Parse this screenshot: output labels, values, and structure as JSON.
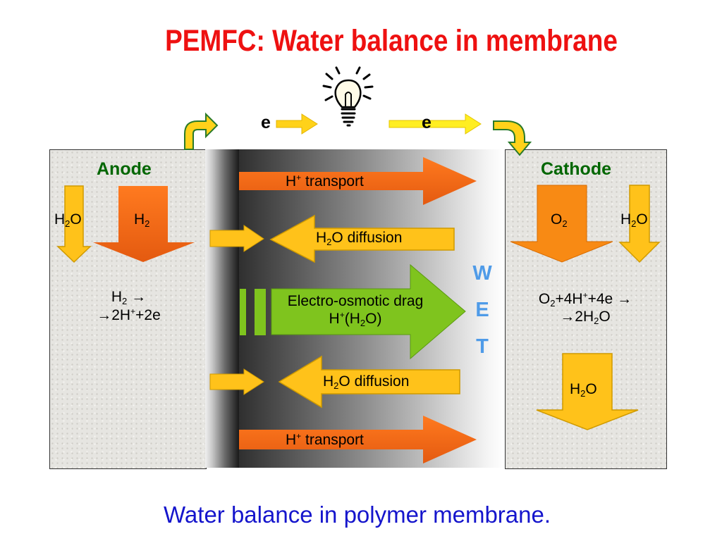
{
  "title": "PEMFC: Water balance in membrane",
  "caption": "Water balance in polymer membrane.",
  "electrons": {
    "left": "e",
    "right": "e"
  },
  "anode": {
    "heading": "Anode",
    "water_label": "O",
    "water_prefix": "H",
    "water_sub": "2",
    "h2_prefix": "H",
    "h2_sub": "2",
    "reaction_line1_prefix": "H",
    "reaction_line1_sub": "2",
    "reaction_line1_arrow": " →",
    "reaction_line2_a": "→2H",
    "reaction_line2_sup": "+",
    "reaction_line2_b": "+2e"
  },
  "cathode": {
    "heading": "Cathode",
    "o2_prefix": "O",
    "o2_sub": "2",
    "water_prefix": "H",
    "water_sub": "2",
    "water_label": "O",
    "reaction_line1_a": "O",
    "reaction_line1_sub": "2",
    "reaction_line1_b": "+4H",
    "reaction_line1_sup": "+",
    "reaction_line1_c": "+4e →",
    "reaction_line2_a": "→2H",
    "reaction_line2_sub": "2",
    "reaction_line2_b": "O",
    "product_prefix": "H",
    "product_sub": "2",
    "product_label": "O"
  },
  "membrane": {
    "wet_letters": [
      "W",
      "E",
      "T"
    ],
    "arrows": {
      "h_transport_top": {
        "prefix": "H",
        "sup": "+",
        "text": " transport"
      },
      "diffusion_top": {
        "prefix": "H",
        "sub": "2",
        "text": "O diffusion"
      },
      "drag_line1": "Electro-osmotic drag",
      "drag_line2_a": "H",
      "drag_line2_sup": "+",
      "drag_line2_b": "(H",
      "drag_line2_sub": "2",
      "drag_line2_c": "O)",
      "diffusion_bottom": {
        "prefix": "H",
        "sub": "2",
        "text": "O diffusion"
      },
      "h_transport_bottom": {
        "prefix": "H",
        "sup": "+",
        "text": " transport"
      }
    }
  },
  "colors": {
    "title": "#ee1111",
    "heading": "#006600",
    "orange_arrow": "#f26c1a",
    "yellow_arrow": "#ffc21a",
    "green_arrow": "#7fc41e",
    "wet": "#4f9be8",
    "caption": "#1515cc"
  },
  "icons": [
    "light-bulb-icon",
    "electron-arrow-icon",
    "curved-arrow-icon"
  ]
}
